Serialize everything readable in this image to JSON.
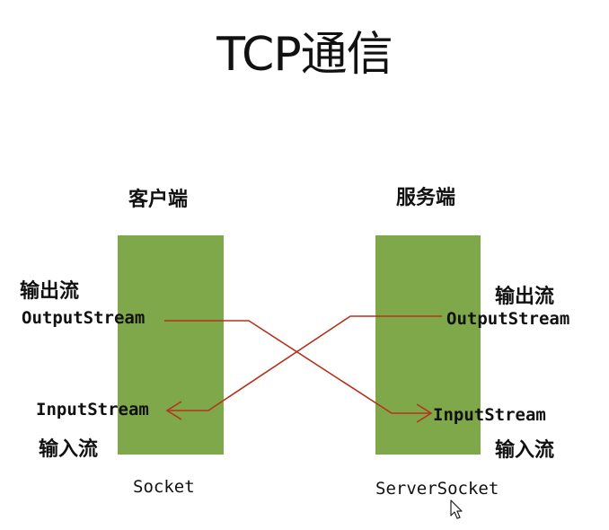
{
  "title": "TCP通信",
  "client": {
    "heading": "客户端",
    "out_cn": "输出流",
    "out_en": "OutputStream",
    "in_en": "InputStream",
    "in_cn": "输入流",
    "socket": "Socket"
  },
  "server": {
    "heading": "服务端",
    "out_cn": "输出流",
    "out_en": "OutputStream",
    "in_en": "InputStream",
    "in_cn": "输入流",
    "socket": "ServerSocket"
  },
  "colors": {
    "box": "#7fa84a",
    "arrow": "#b5331c"
  },
  "icons": {
    "cursor": "mouse-pointer-icon"
  }
}
